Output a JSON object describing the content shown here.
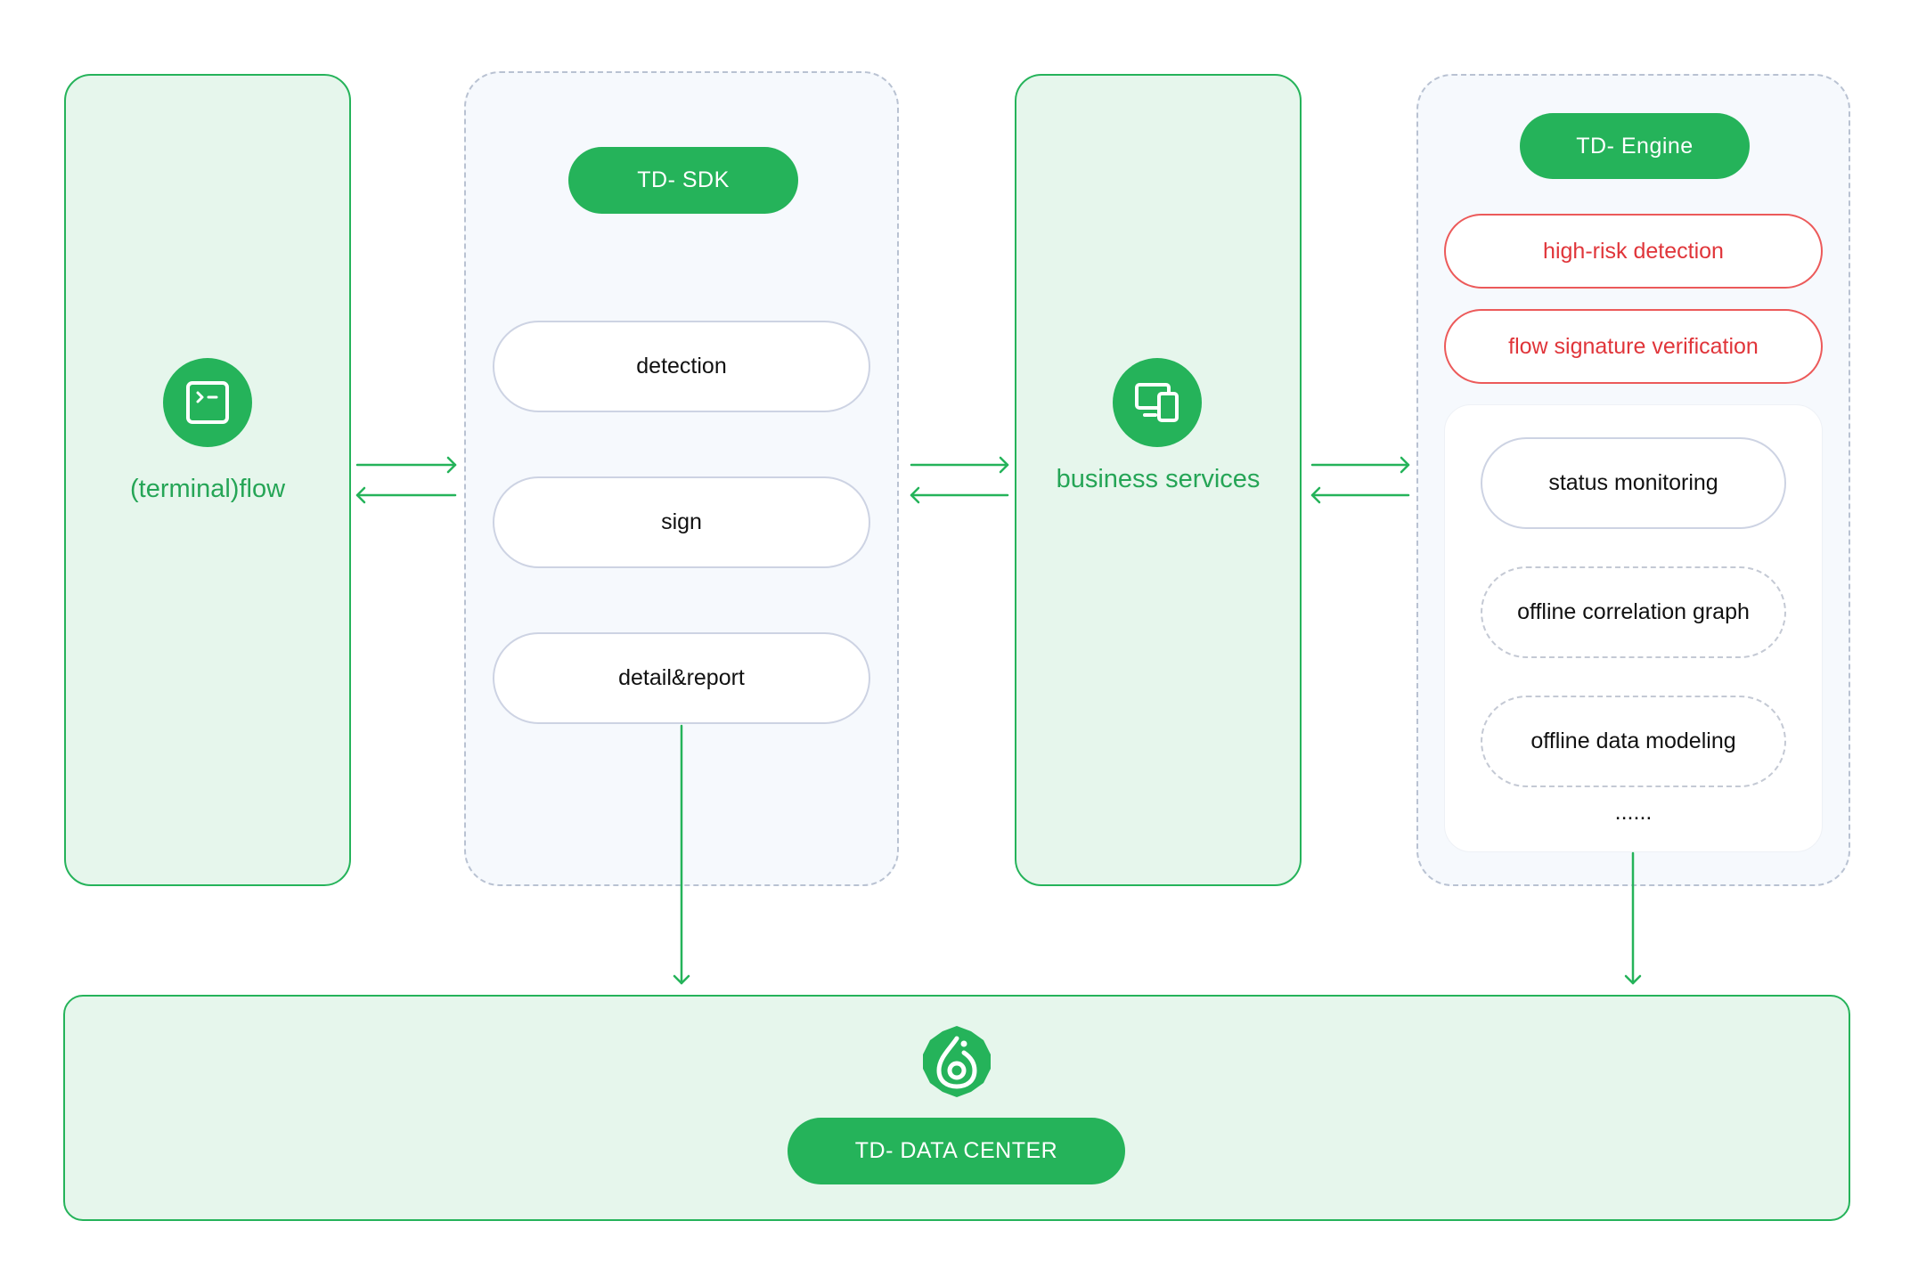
{
  "terminal": {
    "label": "(terminal)flow",
    "icon": "terminal-icon"
  },
  "sdk": {
    "title": "TD- SDK",
    "items": [
      "detection",
      "sign",
      "detail&report"
    ]
  },
  "business": {
    "label": "business services",
    "icon": "devices-icon"
  },
  "engine": {
    "title": "TD- Engine",
    "highlight_items": [
      "high-risk detection",
      "flow signature verification"
    ],
    "solid_item": "status monitoring",
    "dashed_items": [
      "offline correlation graph",
      "offline data modeling"
    ],
    "more": "......"
  },
  "data_center": {
    "title": "TD- DATA CENTER",
    "icon": "data-drop-icon"
  },
  "colors": {
    "green": "#25b35a",
    "green_light": "#e6f6ec",
    "red": "#e0353a",
    "dashed_border": "#b9c2d2",
    "sdk_bg": "#f6f9fd"
  }
}
